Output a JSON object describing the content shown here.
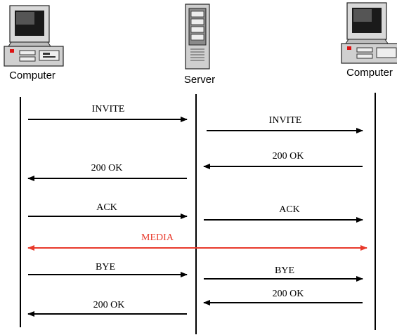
{
  "diagram": {
    "nodes": [
      {
        "id": "left",
        "label": "Computer",
        "icon": "desktop-computer-icon"
      },
      {
        "id": "middle",
        "label": "Server",
        "icon": "server-tower-icon"
      },
      {
        "id": "right",
        "label": "Computer",
        "icon": "desktop-computer-icon"
      }
    ],
    "messages": [
      {
        "label": "INVITE",
        "from": "left",
        "to": "middle"
      },
      {
        "label": "INVITE",
        "from": "middle",
        "to": "right"
      },
      {
        "label": "200 OK",
        "from": "right",
        "to": "middle"
      },
      {
        "label": "200 OK",
        "from": "middle",
        "to": "left"
      },
      {
        "label": "ACK",
        "from": "left",
        "to": "middle"
      },
      {
        "label": "ACK",
        "from": "middle",
        "to": "right"
      },
      {
        "label": "MEDIA",
        "from": "left",
        "to": "right",
        "bidirectional": true,
        "color": "#e8392b"
      },
      {
        "label": "BYE",
        "from": "left",
        "to": "middle"
      },
      {
        "label": "BYE",
        "from": "middle",
        "to": "right"
      },
      {
        "label": "200 OK",
        "from": "right",
        "to": "middle"
      },
      {
        "label": "200 OK",
        "from": "middle",
        "to": "left"
      }
    ]
  }
}
